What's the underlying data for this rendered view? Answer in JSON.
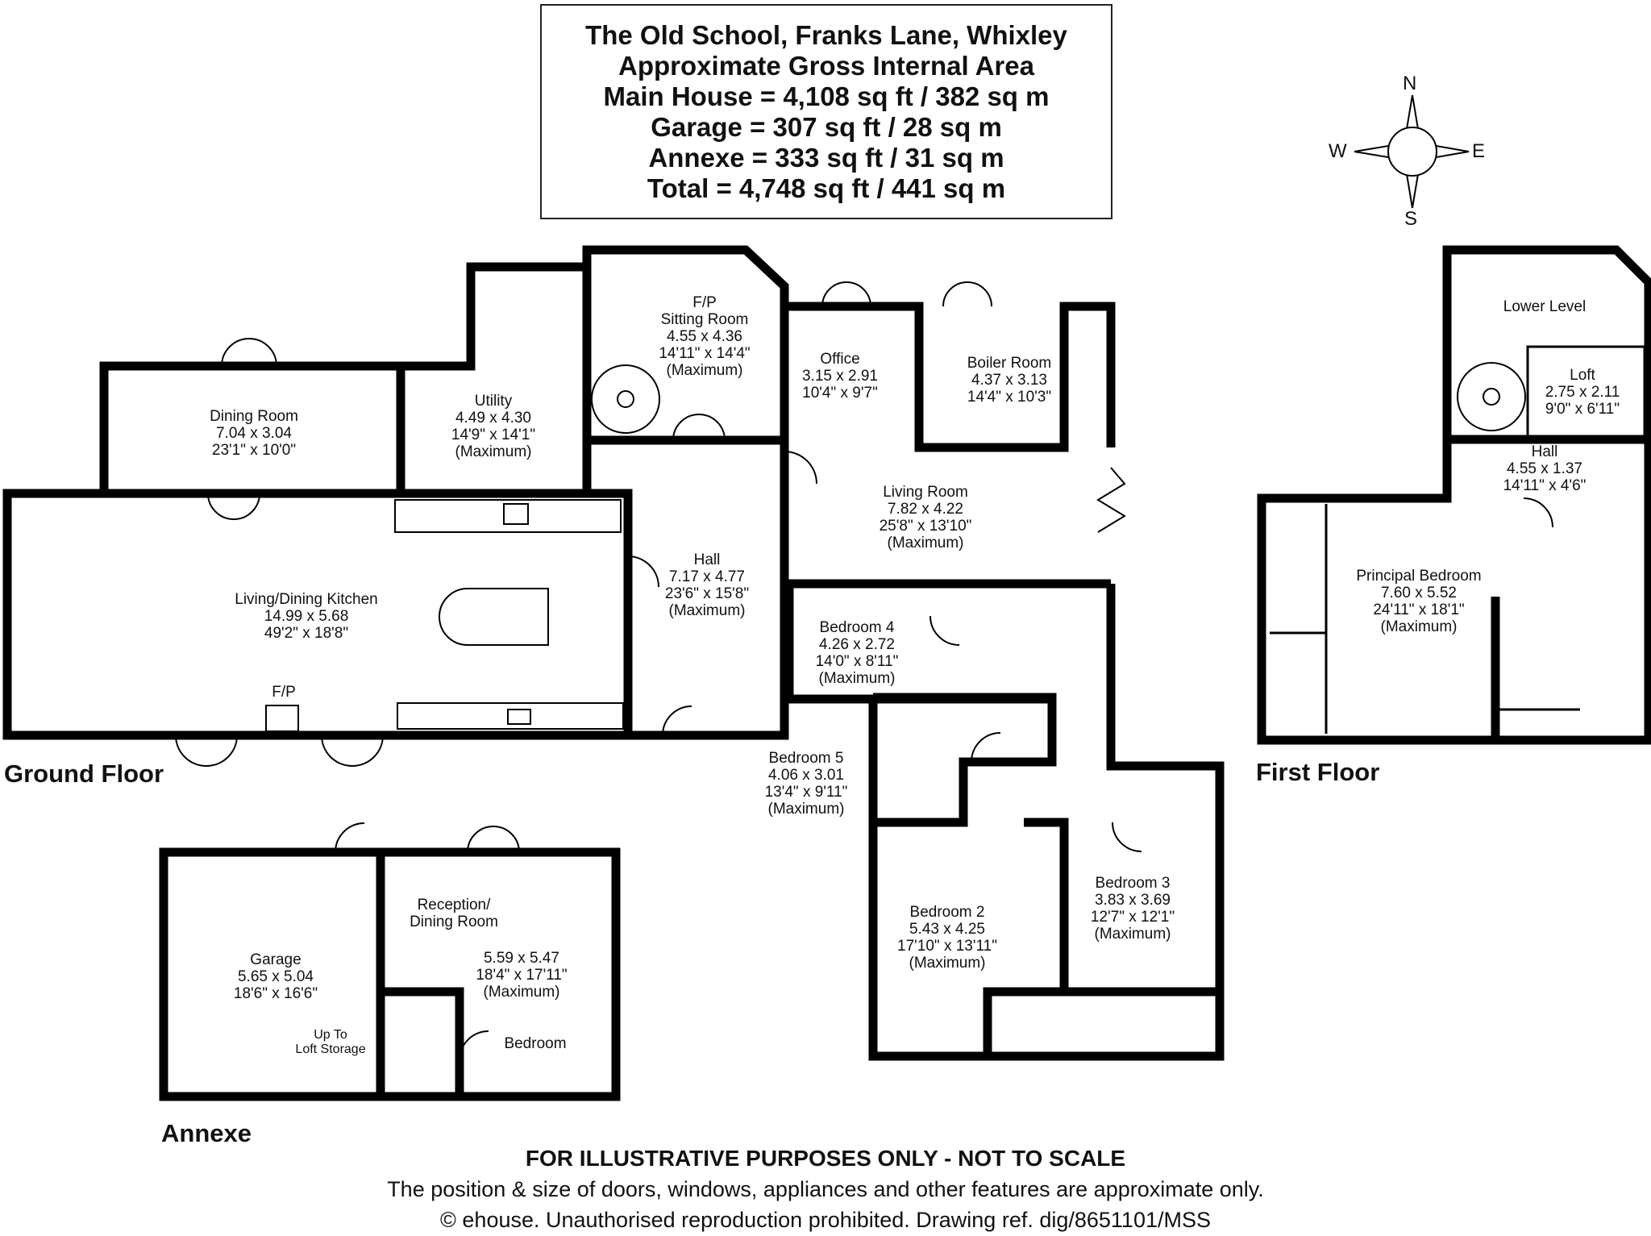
{
  "header": {
    "title": "The Old School, Franks Lane, Whixley",
    "subtitle": "Approximate Gross Internal Area",
    "main_house": "Main House = 4,108 sq ft / 382 sq m",
    "garage": "Garage = 307 sq ft / 28 sq m",
    "annexe": "Annexe = 333 sq ft / 31 sq m",
    "total": "Total = 4,748 sq ft / 441 sq m"
  },
  "compass": {
    "n": "N",
    "s": "S",
    "e": "E",
    "w": "W"
  },
  "floors": {
    "ground": "Ground Floor",
    "first": "First Floor",
    "annexe": "Annexe"
  },
  "rooms": {
    "dining_room": {
      "name": "Dining Room",
      "metric": "7.04 x 3.04",
      "imperial": "23'1\" x 10'0\""
    },
    "utility": {
      "name": "Utility",
      "metric": "4.49 x 4.30",
      "imperial": "14'9\" x 14'1\"",
      "note": "(Maximum)"
    },
    "sitting_room": {
      "fp": "F/P",
      "name": "Sitting Room",
      "metric": "4.55 x 4.36",
      "imperial": "14'11\" x 14'4\"",
      "note": "(Maximum)"
    },
    "office": {
      "name": "Office",
      "metric": "3.15 x 2.91",
      "imperial": "10'4\" x 9'7\""
    },
    "boiler_room": {
      "name": "Boiler Room",
      "metric": "4.37 x 3.13",
      "imperial": "14'4\" x 10'3\""
    },
    "kitchen": {
      "name": "Living/Dining Kitchen",
      "metric": "14.99 x 5.68",
      "imperial": "49'2\" x 18'8\"",
      "fp": "F/P"
    },
    "hall": {
      "name": "Hall",
      "metric": "7.17 x 4.77",
      "imperial": "23'6\" x 15'8\"",
      "note": "(Maximum)"
    },
    "living_room": {
      "name": "Living Room",
      "metric": "7.82 x 4.22",
      "imperial": "25'8\" x 13'10\"",
      "note": "(Maximum)"
    },
    "bedroom4": {
      "name": "Bedroom 4",
      "metric": "4.26 x 2.72",
      "imperial": "14'0\" x 8'11\"",
      "note": "(Maximum)"
    },
    "bedroom5": {
      "name": "Bedroom 5",
      "metric": "4.06 x 3.01",
      "imperial": "13'4\" x 9'11\"",
      "note": "(Maximum)"
    },
    "bedroom2": {
      "name": "Bedroom 2",
      "metric": "5.43 x 4.25",
      "imperial": "17'10\" x 13'11\"",
      "note": "(Maximum)"
    },
    "bedroom3": {
      "name": "Bedroom 3",
      "metric": "3.83 x 3.69",
      "imperial": "12'7\" x 12'1\"",
      "note": "(Maximum)"
    },
    "lower_level": {
      "name": "Lower Level"
    },
    "loft": {
      "name": "Loft",
      "metric": "2.75 x 2.11",
      "imperial": "9'0\" x 6'11\""
    },
    "first_hall": {
      "name": "Hall",
      "metric": "4.55 x 1.37",
      "imperial": "14'11\" x 4'6\""
    },
    "principal_bedroom": {
      "name": "Principal Bedroom",
      "metric": "7.60 x 5.52",
      "imperial": "24'11\" x 18'1\"",
      "note": "(Maximum)"
    },
    "garage": {
      "name": "Garage",
      "metric": "5.65 x 5.04",
      "imperial": "18'6\" x 16'6\"",
      "stairs_line1": "Up To",
      "stairs_line2": "Loft Storage"
    },
    "reception": {
      "name_line1": "Reception/",
      "name_line2": "Dining Room",
      "metric": "5.59 x 5.47",
      "imperial": "18'4\" x 17'11\"",
      "note": "(Maximum)"
    },
    "annexe_bedroom": {
      "name": "Bedroom"
    }
  },
  "footer": {
    "disclaimer": "FOR ILLUSTRATIVE PURPOSES ONLY - NOT TO SCALE",
    "note": "The position & size of doors, windows, appliances and other features are approximate only.",
    "copyright": "© ehouse. Unauthorised reproduction prohibited. Drawing ref. dig/8651101/MSS"
  }
}
